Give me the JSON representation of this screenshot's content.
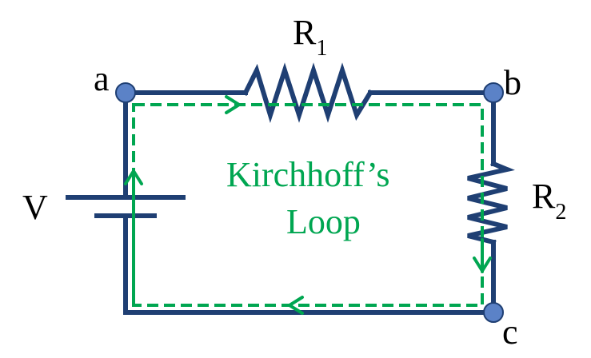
{
  "diagram": {
    "nodes": {
      "a": "a",
      "b": "b",
      "c": "c"
    },
    "components": {
      "r1": {
        "letter": "R",
        "subscript": "1"
      },
      "r2": {
        "letter": "R",
        "subscript": "2"
      },
      "v": "V"
    },
    "loop_label_line1": "Kirchhoff’s",
    "loop_label_line2": "Loop"
  },
  "colors": {
    "wire": "#1f3f73",
    "node_fill": "#5b82c7",
    "node_stroke": "#1f3f73",
    "loop": "#00a651",
    "text": "#000000"
  }
}
